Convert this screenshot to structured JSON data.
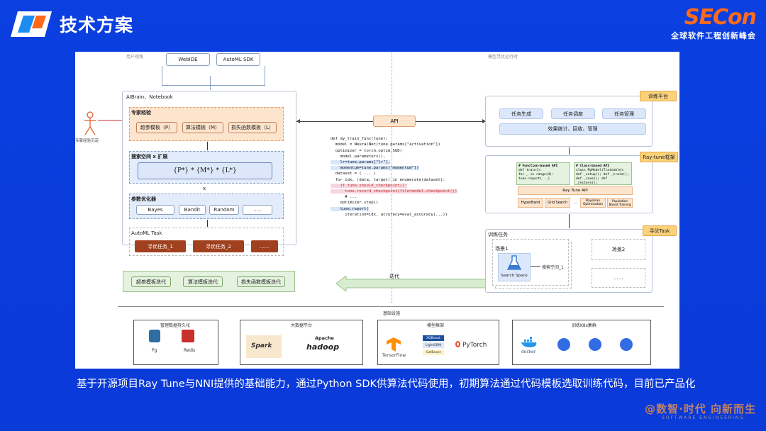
{
  "slide": {
    "title": "技术方案",
    "brand": "SECon",
    "brand_sub": "全球软件工程创新峰会",
    "caption": "基于开源项目Ray Tune与NNI提供的基础能力，通过Python SDK供算法代码使用，初期算法通过代码模板选取训练代码，目前已产品化",
    "watermark": "@数智·时代 向新而生",
    "watermark_sub": "SOFTWARE ENGINEERING"
  },
  "left": {
    "user_view": "用户视角",
    "webide": "WebIDE",
    "automl_sdk": "AutoML SDK",
    "notebook": "AIBrain、Notebook",
    "expert_actor": "专家经验沉淀",
    "expert": {
      "title": "专家经验",
      "items": [
        "超参模板（P）",
        "算法模板（M）",
        "损失函数模板（L）"
      ]
    },
    "search_space": {
      "title": "搜索空间 x 扩展",
      "formula": "{P*} * {M*} * {L*}"
    },
    "times": "x",
    "optimizer": {
      "title": "参数优化器",
      "items": [
        "Bayes",
        "Bandit",
        "Random",
        "....."
      ]
    },
    "automl_task": {
      "title": "AutoML Task",
      "items": [
        "寻优任务_1",
        "寻优任务_2",
        "......"
      ]
    },
    "iterate_items": [
      "超参模板迭代",
      "算法模板迭代",
      "损失函数模板迭代"
    ]
  },
  "middle": {
    "api": "API",
    "code_lines": [
      "def my_train_func(tune):",
      "  model = NeuralNet(tune.params[\"activation\"])",
      "  optimizer = torch.optim.SGD(",
      "    model.parameters(),",
      "    lr=tune.params[\"lr\"],",
      "    momentum=tune.params[\"momentum\"])",
      "  dataset = ( ... )",
      "  for idx, (data, target) in enumerate(dataset):",
      "    if tune.should_checkpoint():",
      "      tune.record_checkpoint(file=model.checkpoint())",
      "      # ...",
      "    optimizer.step()",
      "    tune.report(",
      "      iteration=idx, accuracy=eval_accuracy(...))"
    ],
    "iterate": "迭代"
  },
  "right": {
    "runtime_view": "模型寻优运行时",
    "train_platform": {
      "tag": "训练平台",
      "items": [
        "任务生成",
        "任务调度",
        "任务管理"
      ],
      "bar": "效果统计、回收、管理"
    },
    "raytune": {
      "tag": "Ray-tune框架",
      "func_api": [
        "# Function-based API",
        "def train():",
        "  for _ in range(4):",
        "    tune.report(...)"
      ],
      "class_api": [
        "# Class-based API",
        "class MyModel(Trainable):",
        "  def _setup(); def _train();",
        "  def _save(); def _restore();"
      ],
      "ray_tune_api": "Ray Tune API",
      "algos": [
        "HyperBand",
        "Grid Search",
        "...",
        "Bayesian Optimization",
        "Population Based Training"
      ]
    },
    "optimize_task": {
      "tag": "寻优Task",
      "title": "训练任务",
      "scene1": "场景1",
      "search_space": "Search Space",
      "search_space_1": "搜索空间_1",
      "scene2": "场景2",
      "ellipsis": "......"
    }
  },
  "infra": {
    "title": "基础设施",
    "groups": [
      {
        "title": "管理数据持久化",
        "items": [
          "Pg",
          "Redis"
        ]
      },
      {
        "title": "大数据平台",
        "items": [
          "Spark",
          "Apache",
          "hadoop"
        ]
      },
      {
        "title": "模型框架",
        "items": [
          "TensorFlow",
          "XGBoost",
          "LightGBM",
          "CatBoost",
          "PyTorch"
        ]
      },
      {
        "title": "训练K8s集群",
        "items": [
          "docker"
        ]
      }
    ]
  },
  "colors": {
    "bg": "#0b3fe0",
    "accent": "#ff6a1a",
    "orange_box": "#fde4cc",
    "blue_box": "#e3ecfb",
    "green_box": "#e4f2df",
    "task_red": "#a0401e",
    "tag": "#fbd27a"
  }
}
